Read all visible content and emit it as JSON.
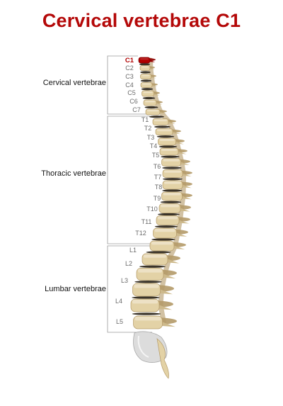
{
  "title": "Cervical vertebrae C1",
  "colors": {
    "title": "#b40808",
    "highlight": "#b00000",
    "bone": "#e3d2a6",
    "bone_shadow": "#b49a68",
    "disc": "#3a3328",
    "sacrum": "#dcdcdc",
    "bracket": "#9a9a9a"
  },
  "regions": [
    {
      "name": "Cervical vertebrae",
      "id": "cervical"
    },
    {
      "name": "Thoracic vertebrae",
      "id": "thoracic"
    },
    {
      "name": "Lumbar vertebrae",
      "id": "lumbar"
    }
  ],
  "vertebrae": [
    {
      "label": "C1",
      "highlight": true
    },
    {
      "label": "C2"
    },
    {
      "label": "C3"
    },
    {
      "label": "C4"
    },
    {
      "label": "C5"
    },
    {
      "label": "C6"
    },
    {
      "label": "C7"
    },
    {
      "label": "T1"
    },
    {
      "label": "T2"
    },
    {
      "label": "T3"
    },
    {
      "label": "T4"
    },
    {
      "label": "T5"
    },
    {
      "label": "T6"
    },
    {
      "label": "T7"
    },
    {
      "label": "T8"
    },
    {
      "label": "T9"
    },
    {
      "label": "T10"
    },
    {
      "label": "T11"
    },
    {
      "label": "T12"
    },
    {
      "label": "L1"
    },
    {
      "label": "L2"
    },
    {
      "label": "L3"
    },
    {
      "label": "L4"
    },
    {
      "label": "L5"
    }
  ]
}
